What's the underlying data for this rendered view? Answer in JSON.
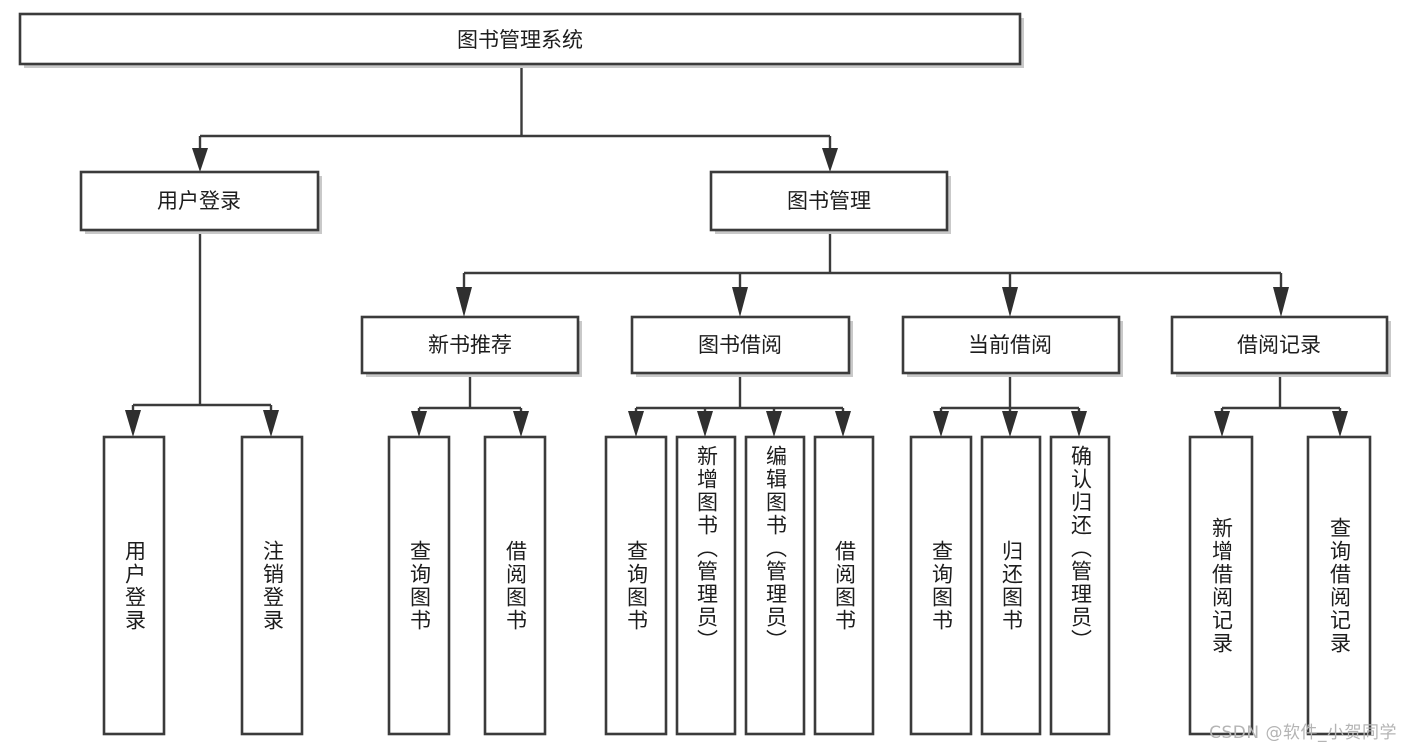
{
  "diagram": {
    "title": "图书管理系统",
    "type": "tree",
    "orientation": "top-down",
    "root": {
      "id": "root",
      "label": "图书管理系统",
      "children": [
        {
          "id": "user-login",
          "label": "用户登录",
          "children": [
            {
              "id": "user-login-do",
              "label": "用户登录",
              "vertical": true
            },
            {
              "id": "user-logout",
              "label": "注销登录",
              "vertical": true
            }
          ]
        },
        {
          "id": "book-manage",
          "label": "图书管理",
          "children": [
            {
              "id": "new-book-rec",
              "label": "新书推荐",
              "children": [
                {
                  "id": "query-book-1",
                  "label": "查询图书",
                  "vertical": true
                },
                {
                  "id": "borrow-book-1",
                  "label": "借阅图书",
                  "vertical": true
                }
              ]
            },
            {
              "id": "book-borrow",
              "label": "图书借阅",
              "children": [
                {
                  "id": "query-book-2",
                  "label": "查询图书",
                  "vertical": true
                },
                {
                  "id": "add-book",
                  "label": "新增图书（管理员）",
                  "vertical": true
                },
                {
                  "id": "edit-book",
                  "label": "编辑图书（管理员）",
                  "vertical": true
                },
                {
                  "id": "borrow-book-2",
                  "label": "借阅图书",
                  "vertical": true
                }
              ]
            },
            {
              "id": "current-borrow",
              "label": "当前借阅",
              "children": [
                {
                  "id": "query-book-3",
                  "label": "查询图书",
                  "vertical": true
                },
                {
                  "id": "return-book",
                  "label": "归还图书",
                  "vertical": true
                },
                {
                  "id": "confirm-return",
                  "label": "确认归还（管理员）",
                  "vertical": true
                }
              ]
            },
            {
              "id": "borrow-record",
              "label": "借阅记录",
              "children": [
                {
                  "id": "add-record",
                  "label": "新增借阅记录",
                  "vertical": true
                },
                {
                  "id": "query-record",
                  "label": "查询借阅记录",
                  "vertical": true
                }
              ]
            }
          ]
        }
      ]
    }
  },
  "watermark": {
    "text": "CSDN @软件_小贺同学"
  },
  "colors": {
    "box_stroke": "#3b3b3b",
    "box_fill": "#ffffff",
    "link": "#3b3b3b",
    "text": "#1d1d1d",
    "watermark": "#b4b4b4",
    "background": "#ffffff"
  }
}
